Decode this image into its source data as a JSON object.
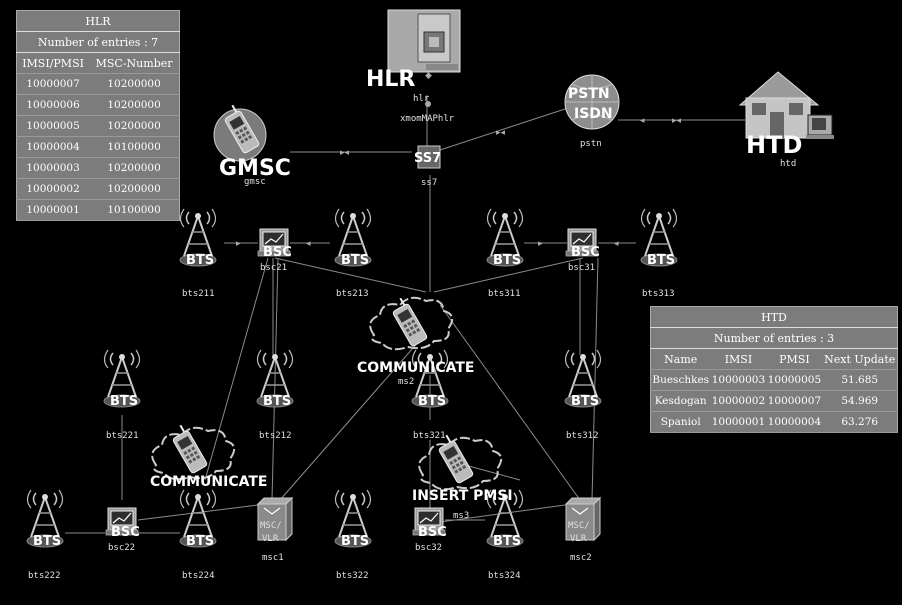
{
  "hlr_table": {
    "title": "HLR",
    "subtitle": "Number of entries : 7",
    "columns": [
      "IMSI/PMSI",
      "MSC-Number"
    ],
    "rows": [
      [
        "10000007",
        "10200000"
      ],
      [
        "10000006",
        "10200000"
      ],
      [
        "10000005",
        "10200000"
      ],
      [
        "10000004",
        "10100000"
      ],
      [
        "10000003",
        "10200000"
      ],
      [
        "10000002",
        "10200000"
      ],
      [
        "10000001",
        "10100000"
      ]
    ]
  },
  "htd_table": {
    "title": "HTD",
    "subtitle": "Number of entries : 3",
    "columns": [
      "Name",
      "IMSI",
      "PMSI",
      "Next Update"
    ],
    "rows": [
      [
        "Bueschkes",
        "10000003",
        "10000005",
        "51.685"
      ],
      [
        "Kesdogan",
        "10000002",
        "10000007",
        "54.969"
      ],
      [
        "Spaniol",
        "10000001",
        "10000004",
        "63.276"
      ]
    ]
  },
  "nodes": {
    "hlr": {
      "big": "HLR",
      "label": "hlr",
      "sublabel": "xmomMAPhlr"
    },
    "pstn": {
      "icon_text_1": "PSTN",
      "icon_text_2": "ISDN",
      "label": "pstn"
    },
    "htd": {
      "big": "HTD",
      "label": "htd"
    },
    "gmsc": {
      "big": "GMSC",
      "label": "gmsc"
    },
    "ss7": {
      "big": "SS7",
      "label": "ss7"
    },
    "bts_icon_text": "BTS",
    "bsc_icon_text": "BSC",
    "msc_icon_text_1": "MSC/",
    "msc_icon_text_2": "VLR",
    "bts211": "bts211",
    "bts213": "bts213",
    "bts311": "bts311",
    "bts313": "bts313",
    "bts221": "bts221",
    "bts212": "bts212",
    "bts321": "bts321",
    "bts312": "bts312",
    "bts222": "bts222",
    "bts224": "bts224",
    "bts322": "bts322",
    "bts324": "bts324",
    "bsc21": "bsc21",
    "bsc31": "bsc31",
    "bsc22": "bsc22",
    "bsc32": "bsc32",
    "msc1": "msc1",
    "msc2": "msc2",
    "ms2": "ms2",
    "ms3": "ms3"
  },
  "messages": {
    "communicate_top": "COMMUNICATE",
    "communicate_left": "COMMUNICATE",
    "insert_pmsi": "INSERT PMSI"
  }
}
